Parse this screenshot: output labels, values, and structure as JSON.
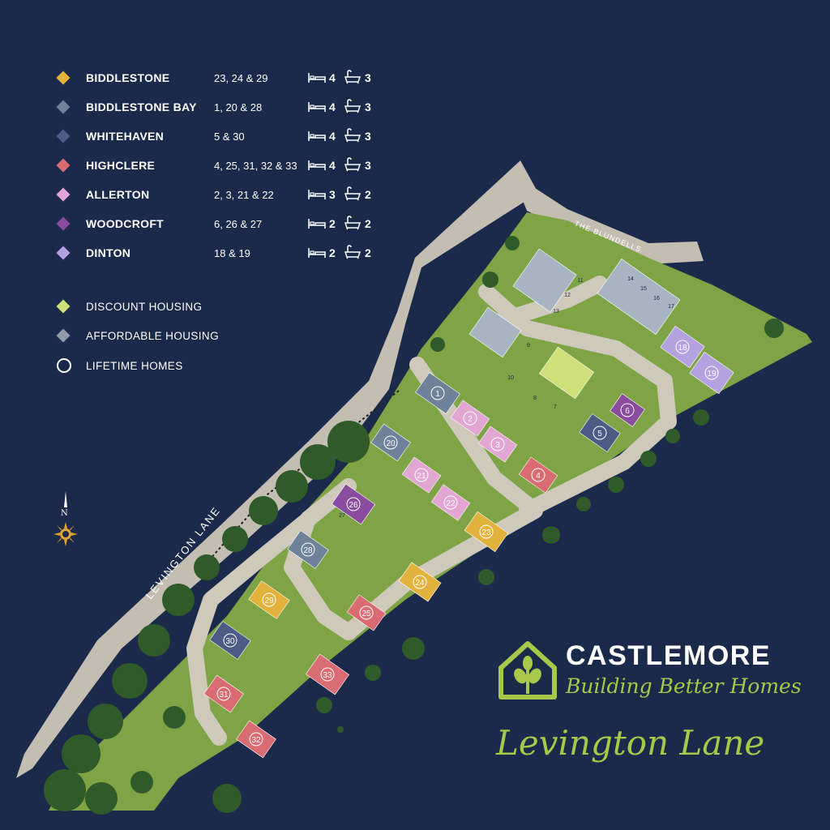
{
  "house_types": [
    {
      "name": "BIDDLESTONE",
      "plots": "23, 24 & 29",
      "beds": "4",
      "baths": "3",
      "color": "#e2b23c",
      "bed_icon": "bed-icon",
      "bath_icon": "bath-icon"
    },
    {
      "name": "BIDDLESTONE BAY",
      "plots": "1, 20 & 28",
      "beds": "4",
      "baths": "3",
      "color": "#6e8299",
      "bed_icon": "bed-icon",
      "bath_icon": "bath-icon"
    },
    {
      "name": "WHITEHAVEN",
      "plots": "5 & 30",
      "beds": "4",
      "baths": "3",
      "color": "#4c5c86",
      "bed_icon": "bed-icon",
      "bath_icon": "bath-icon"
    },
    {
      "name": "HIGHCLERE",
      "plots": "4, 25, 31, 32 & 33",
      "beds": "4",
      "baths": "3",
      "color": "#d96b73",
      "bed_icon": "bed-icon",
      "bath_icon": "bath-icon"
    },
    {
      "name": "ALLERTON",
      "plots": "2, 3, 21 & 22",
      "beds": "3",
      "baths": "2",
      "color": "#e2a6d2",
      "bed_icon": "bed-icon",
      "bath_icon": "bath-icon"
    },
    {
      "name": "WOODCROFT",
      "plots": "6, 26 & 27",
      "beds": "2",
      "baths": "2",
      "color": "#8a4c9e",
      "bed_icon": "bed-icon",
      "bath_icon": "bath-icon"
    },
    {
      "name": "DINTON",
      "plots": "18 & 19",
      "beds": "2",
      "baths": "2",
      "color": "#b4a2e0",
      "bed_icon": "bed-icon",
      "bath_icon": "bath-icon"
    }
  ],
  "categories": [
    {
      "name": "DISCOUNT HOUSING",
      "color": "#cfe07a",
      "marker": "diamond"
    },
    {
      "name": "AFFORDABLE HOUSING",
      "color": "#8f9aa8",
      "marker": "diamond"
    },
    {
      "name": "LIFETIME HOMES",
      "color": "#ffffff",
      "marker": "ring"
    }
  ],
  "map": {
    "roads": {
      "main": "LEVINGTON LANE",
      "side": "THE BLUNDELLS"
    },
    "compass_label": "N",
    "compass_icon": "sun-compass-icon",
    "colors": {
      "land": "#7ea446",
      "road": "#c2bcb0",
      "tree": "#2f5a2a",
      "background": "#1b2a4a"
    },
    "plots": [
      {
        "label": "1",
        "type": "BIDDLESTONE BAY"
      },
      {
        "label": "2",
        "type": "ALLERTON"
      },
      {
        "label": "3",
        "type": "ALLERTON"
      },
      {
        "label": "4",
        "type": "HIGHCLERE"
      },
      {
        "label": "5",
        "type": "WHITEHAVEN"
      },
      {
        "label": "6",
        "type": "WOODCROFT"
      },
      {
        "label": "7",
        "type": "DISCOUNT HOUSING"
      },
      {
        "label": "8",
        "type": "DISCOUNT HOUSING"
      },
      {
        "label": "9",
        "type": "AFFORDABLE HOUSING"
      },
      {
        "label": "10",
        "type": "AFFORDABLE HOUSING"
      },
      {
        "label": "11",
        "type": "AFFORDABLE HOUSING"
      },
      {
        "label": "12",
        "type": "AFFORDABLE HOUSING"
      },
      {
        "label": "13",
        "type": "AFFORDABLE HOUSING"
      },
      {
        "label": "14",
        "type": "AFFORDABLE HOUSING"
      },
      {
        "label": "15",
        "type": "AFFORDABLE HOUSING"
      },
      {
        "label": "16",
        "type": "AFFORDABLE HOUSING"
      },
      {
        "label": "17",
        "type": "AFFORDABLE HOUSING"
      },
      {
        "label": "18",
        "type": "DINTON"
      },
      {
        "label": "19",
        "type": "DINTON"
      },
      {
        "label": "20",
        "type": "BIDDLESTONE BAY"
      },
      {
        "label": "21",
        "type": "ALLERTON"
      },
      {
        "label": "22",
        "type": "ALLERTON"
      },
      {
        "label": "23",
        "type": "BIDDLESTONE"
      },
      {
        "label": "24",
        "type": "BIDDLESTONE"
      },
      {
        "label": "25",
        "type": "HIGHCLERE"
      },
      {
        "label": "26",
        "type": "WOODCROFT"
      },
      {
        "label": "27",
        "type": "WOODCROFT"
      },
      {
        "label": "28",
        "type": "BIDDLESTONE BAY"
      },
      {
        "label": "29",
        "type": "BIDDLESTONE"
      },
      {
        "label": "30",
        "type": "WHITEHAVEN"
      },
      {
        "label": "31",
        "type": "HIGHCLERE"
      },
      {
        "label": "32",
        "type": "HIGHCLERE"
      },
      {
        "label": "33",
        "type": "HIGHCLERE"
      }
    ]
  },
  "brand": {
    "name": "CASTLEMORE",
    "tagline": "Building Better Homes",
    "logo_icon": "house-tree-logo-icon",
    "accent": "#a8c84a"
  },
  "site_name": "Levington Lane"
}
